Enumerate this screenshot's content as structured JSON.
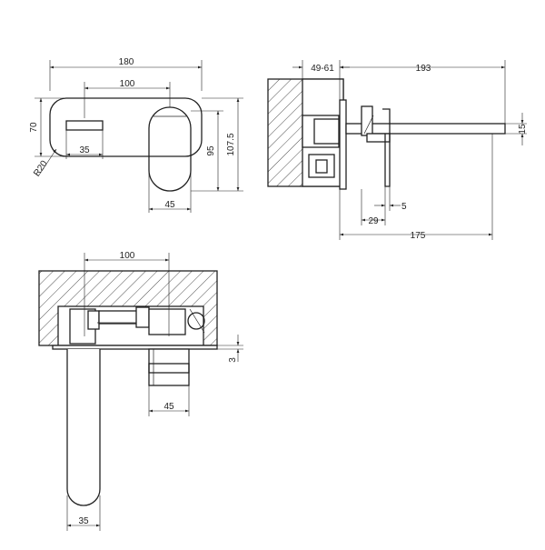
{
  "front_view": {
    "overall_width": "180",
    "lever_spacing": "100",
    "plate_height": "70",
    "handle_height": "95",
    "overall_height": "107.5",
    "spout_outlet_width": "35",
    "corner_radius": "R20",
    "handle_width": "45"
  },
  "side_view": {
    "wall_depth": "49-61",
    "overall_projection": "193",
    "spout_thickness": "15",
    "plate_thickness": "5",
    "lever_offset": "29",
    "spout_projection": "175"
  },
  "plan_view": {
    "lever_spacing": "100",
    "plate_gap": "3",
    "handle_width": "45",
    "spout_width": "35"
  },
  "colors": {
    "line": "#222222",
    "background": "#ffffff"
  }
}
